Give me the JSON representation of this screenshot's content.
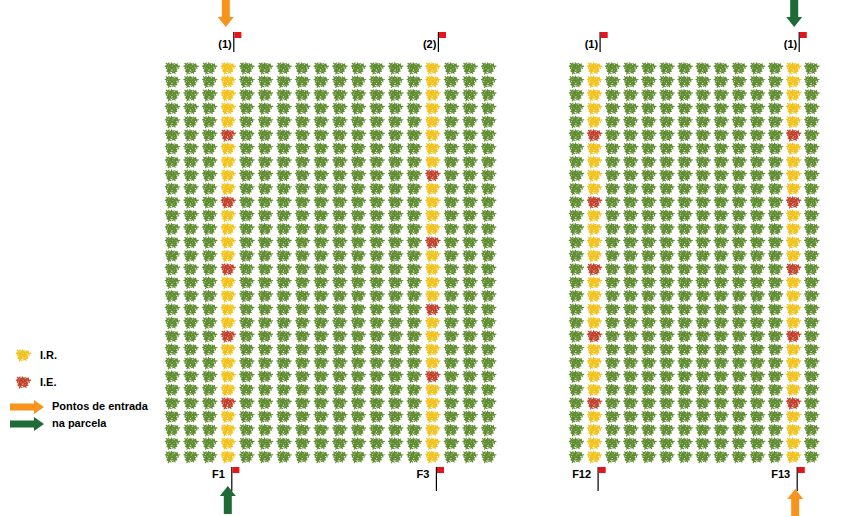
{
  "diagram": {
    "labels": [
      "(1)",
      "(2)",
      "(1)",
      "(1)",
      "F1",
      "F3",
      "F12",
      "F13"
    ],
    "legend": [
      {
        "text": "I.R."
      },
      {
        "text": "I.E."
      },
      {
        "text": "Pontos de entrada na parcela"
      }
    ]
  }
}
